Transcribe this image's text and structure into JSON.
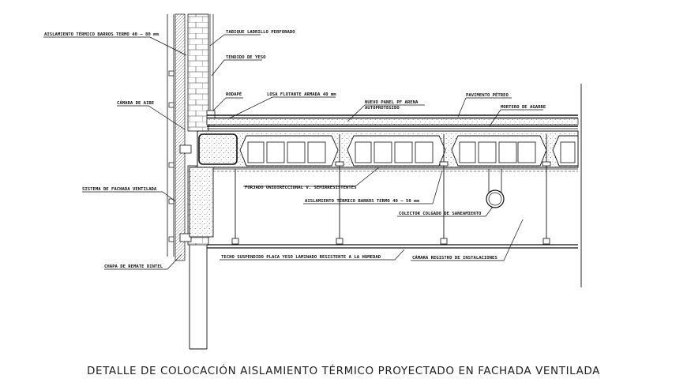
{
  "title": "DETALLE DE COLOCACIÓN AISLAMIENTO TÉRMICO PROYECTADO EN FACHADA VENTILADA",
  "labels": {
    "aislamiento_top": "AISLAMIENTO TÉRMICO BARROS TERMO 40 – 80 mm",
    "tabique": "TABIQUE LADRILLO PERFORADO",
    "tendido": "TENDIDO DE YESO",
    "rodape": "RODAPÉ",
    "losa": "LOSA FLOTANTE ARMADA 40 mm",
    "nuevo_panel_1": "NUEVO PANEL PF ARENA",
    "nuevo_panel_2": "AUTOPROTEGIDO",
    "pavimento": "PAVIMENTO PÉTREO",
    "mortero": "MORTERO DE AGARRE",
    "camara_aire": "CÁMARA DE AIRE",
    "sistema_fachada": "SISTEMA DE FACHADA VENTILADA",
    "forjado": "FORJADO UNIDIRECCIONAL V. SEMIRRESISTENTES",
    "aislamiento_mid": "AISLAMIENTO TÉRMICO BARROS TERMO 40 – 50 mm",
    "colector": "COLECTOR COLGADO DE SANEAMIENTO",
    "techo": "TECHO SUSPENDIDO PLACA  YESO LAMINADO RESISTENTE A LA HUMEDAD",
    "camara_registro": "CÁMARA REGISTRO DE INSTALACIONES",
    "chapa": "CHAPA DE REMATE DINTEL"
  }
}
